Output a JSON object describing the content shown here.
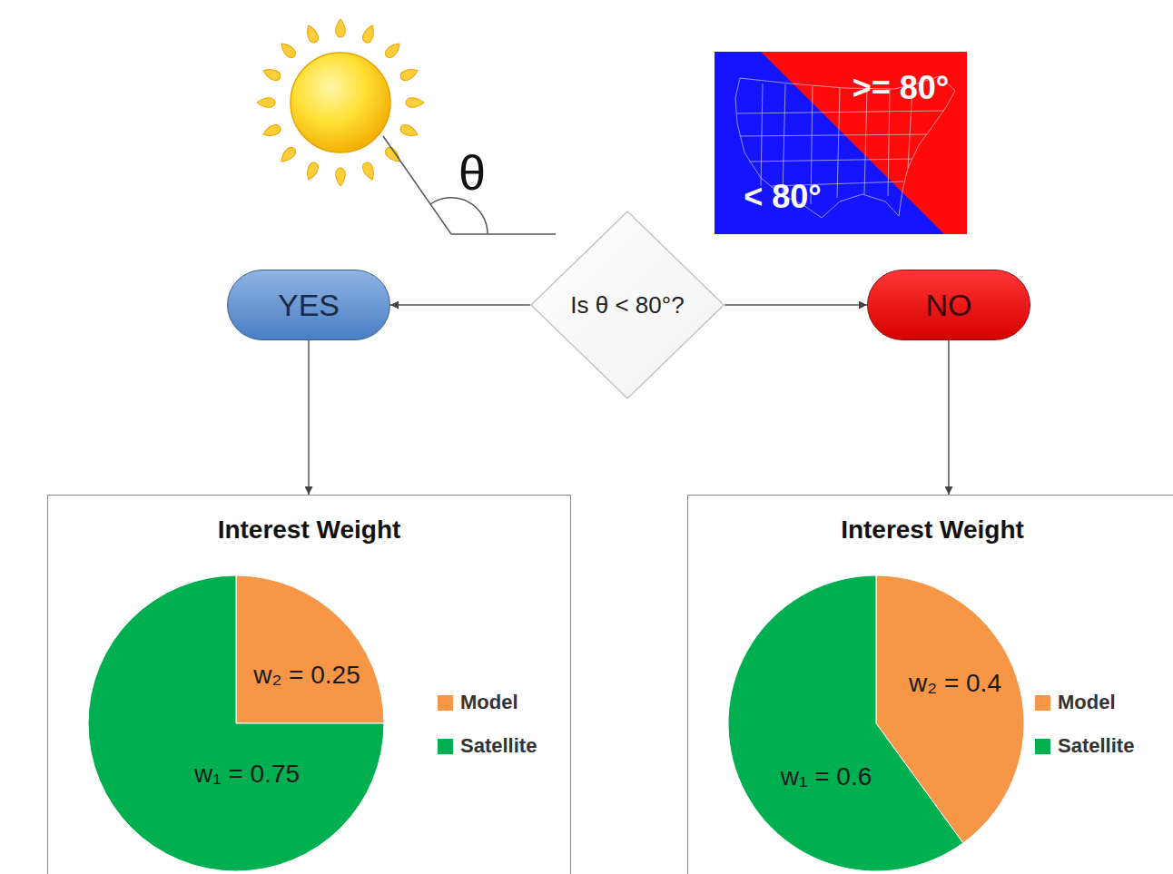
{
  "diagram": {
    "nodes": [
      {
        "text": [
          "Is θ < 80°?"
        ]
      },
      {
        "text": [
          "YES"
        ]
      },
      {
        "text": [
          "NO"
        ]
      },
      {
        "text": [
          "Interest Weight"
        ]
      },
      {
        "text": [
          "Interest Weight"
        ]
      }
    ],
    "edges": [
      {
        "from": 0,
        "to": 1,
        "arrow": "to"
      },
      {
        "from": 0,
        "to": 2,
        "arrow": "to"
      },
      {
        "from": 1,
        "to": 3,
        "arrow": "to"
      },
      {
        "from": 2,
        "to": 4,
        "arrow": "to"
      }
    ],
    "labels": [
      "θ",
      ">= 80°",
      "< 80°",
      "w₂ = 0.25",
      "w₁ = 0.75",
      "w₂ = 0.4",
      "w₁ = 0.6"
    ],
    "legend": [
      {
        "text": "Model",
        "color": "#f79646"
      },
      {
        "text": "Satellite",
        "color": "#00b050"
      },
      {
        "text": "Model",
        "color": "#f79646"
      },
      {
        "text": "Satellite",
        "color": "#00b050"
      }
    ]
  }
}
